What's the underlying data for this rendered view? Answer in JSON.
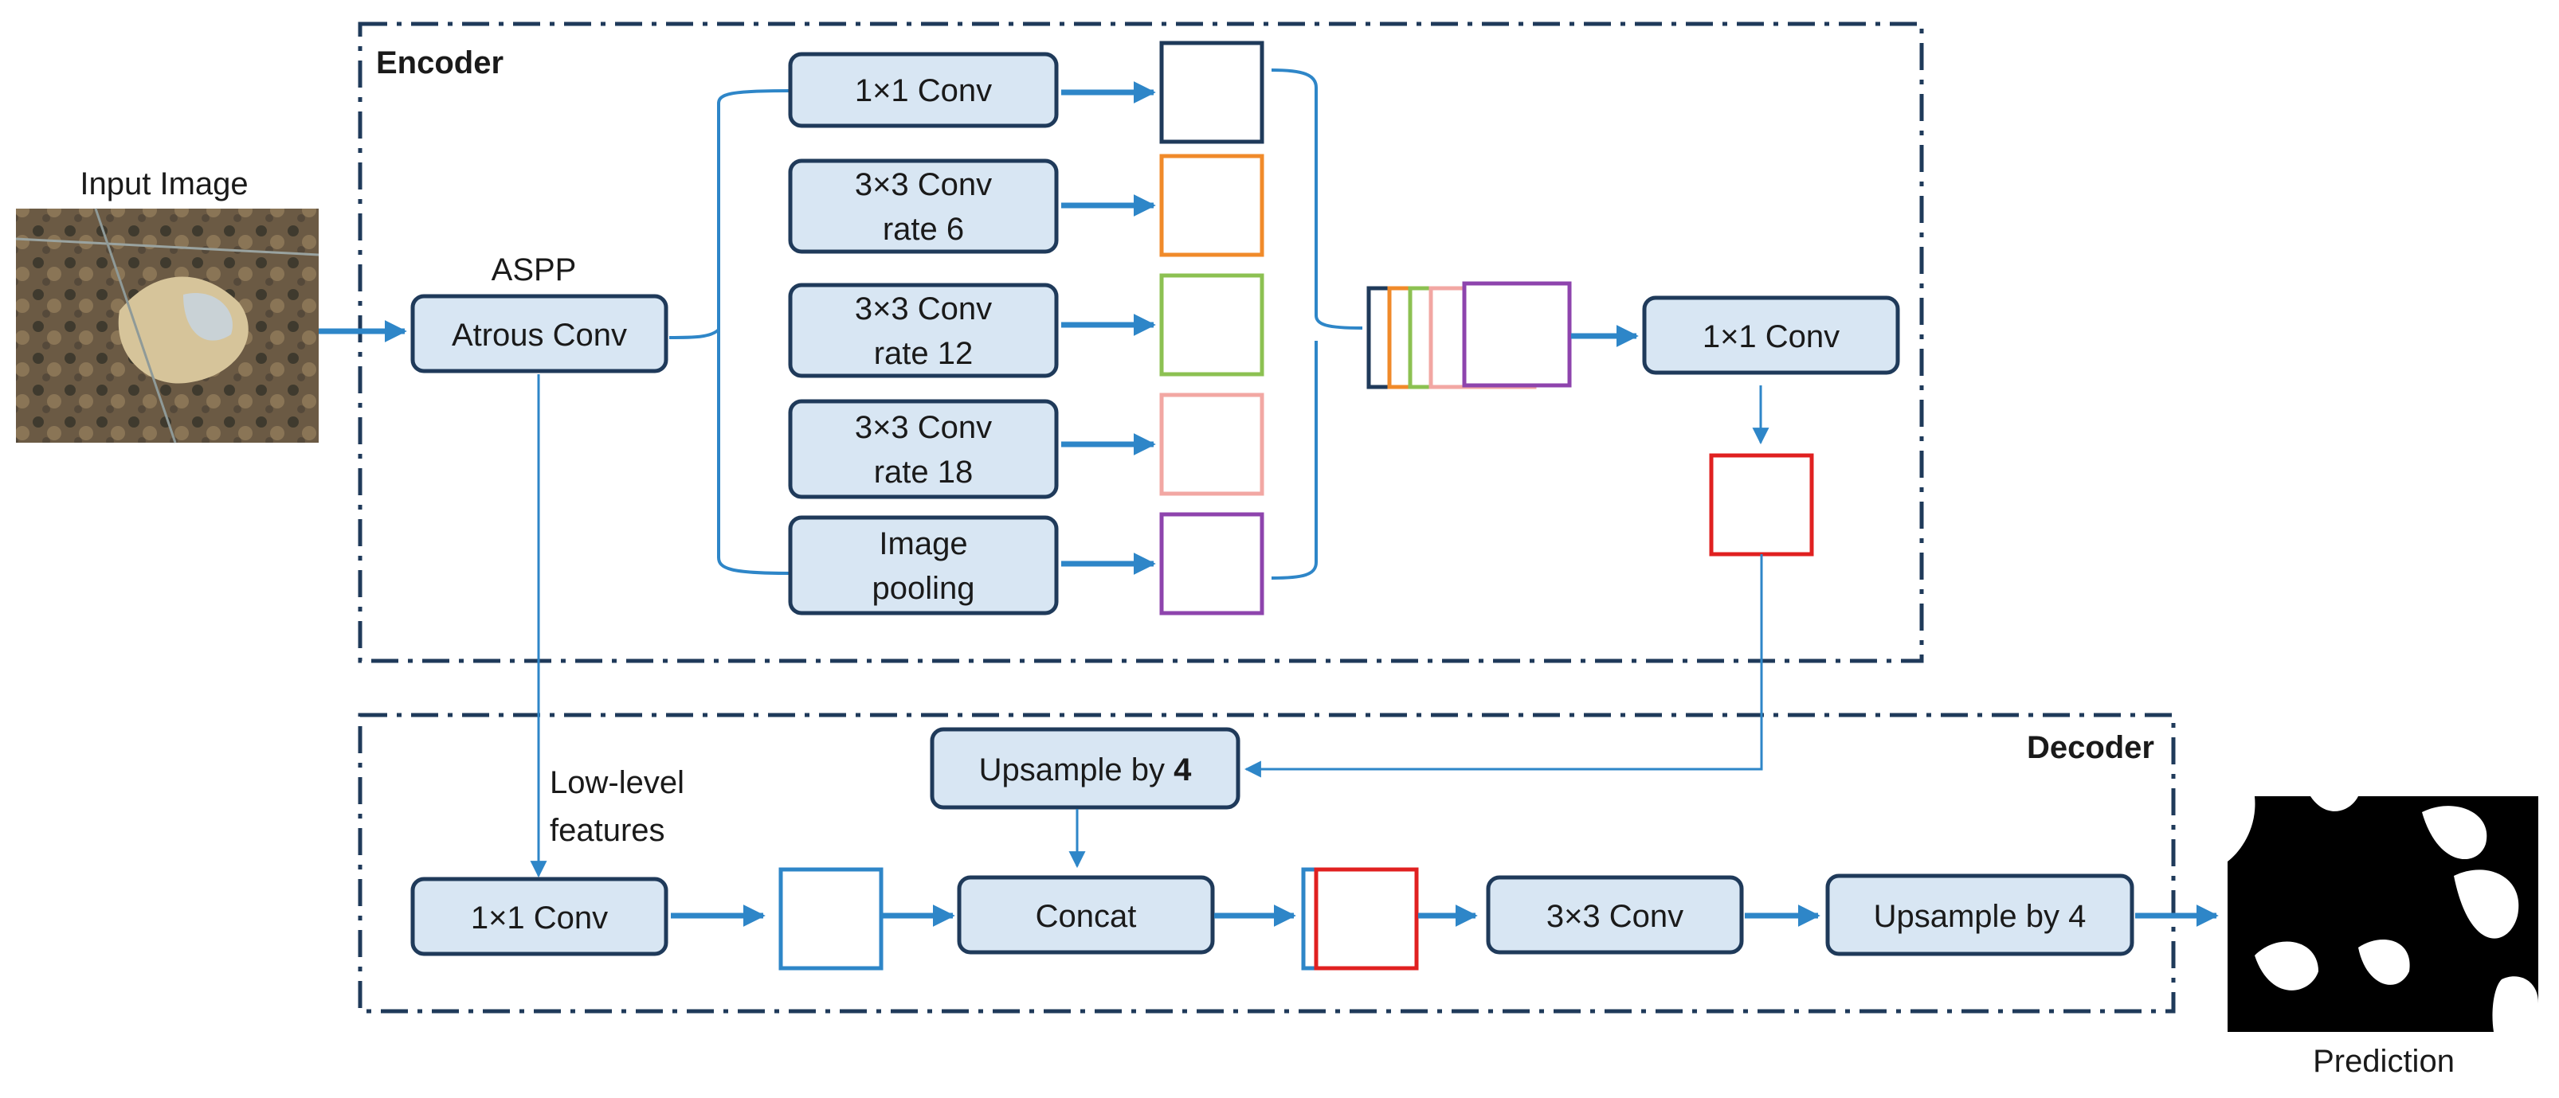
{
  "encoder": {
    "label": "Encoder"
  },
  "decoder": {
    "label": "Decoder"
  },
  "input": {
    "label": "Input Image"
  },
  "aspp": {
    "label": "ASPP",
    "node": "Atrous Conv"
  },
  "branches": [
    {
      "lines": [
        "1×1 Conv"
      ],
      "color": "#1f3a5a"
    },
    {
      "lines": [
        "3×3 Conv",
        "rate 6"
      ],
      "color": "#f08a2a"
    },
    {
      "lines": [
        "3×3 Conv",
        "rate 12"
      ],
      "color": "#8cc152"
    },
    {
      "lines": [
        "3×3 Conv",
        "rate 18"
      ],
      "color": "#f2a7a3"
    },
    {
      "lines": [
        "Image",
        "pooling"
      ],
      "color": "#8e44ad"
    }
  ],
  "encoder_conv": {
    "label": "1×1 Conv",
    "output_color": "#e02020"
  },
  "low_level": {
    "line1": "Low-level",
    "line2": "features"
  },
  "decoder_nodes": {
    "conv1x1": "1×1 Conv",
    "upsample_top_prefix": "Upsample by ",
    "upsample_top_bold": "4",
    "concat": "Concat",
    "conv3x3": "3×3 Conv",
    "upsample_final": "Upsample by 4"
  },
  "output": {
    "label": "Prediction"
  },
  "colors": {
    "arrow": "#2e86c8",
    "box_fill": "#d8e6f3",
    "box_stroke": "#1f3a5a",
    "lowlevel_map": "#2e86c8"
  }
}
